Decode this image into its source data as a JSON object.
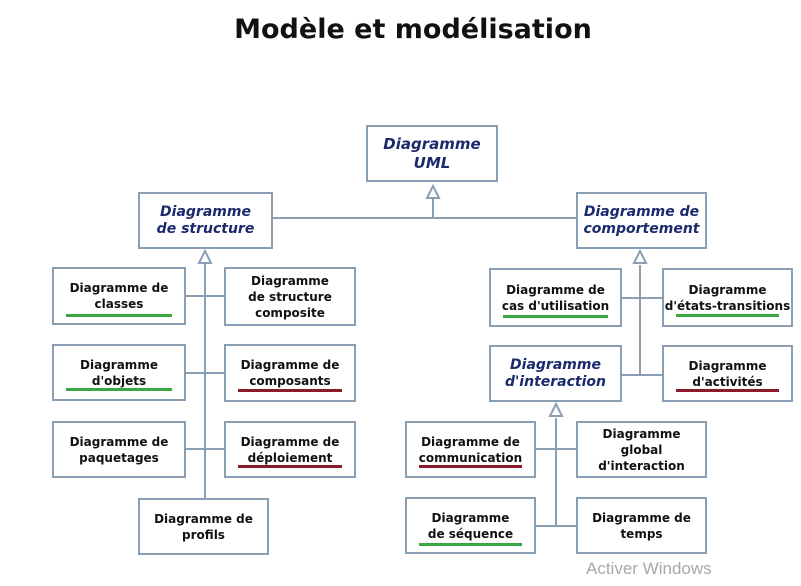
{
  "title": "Modèle et modélisation",
  "colors": {
    "underline_green": "#3aa642",
    "underline_red": "#8b1a2a",
    "border": "#8a9fb3"
  },
  "nodes": {
    "uml": "Diagramme\nUML",
    "structure": "Diagramme\nde structure",
    "comportement": "Diagramme de\ncomportement",
    "classes": "Diagramme de\nclasses",
    "structure_composite": "Diagramme\nde structure\ncomposite",
    "objets": "Diagramme\nd'objets",
    "composants": "Diagramme de\ncomposants",
    "paquetages": "Diagramme de\npaquetages",
    "deploiement": "Diagramme de\ndéploiement",
    "profils": "Diagramme de\nprofils",
    "cas_utilisation": "Diagramme de\ncas d'utilisation",
    "etats_transitions": "Diagramme\nd'états-transitions",
    "interaction": "Diagramme\nd'interaction",
    "activites": "Diagramme\nd'activités",
    "communication": "Diagramme de\ncommunication",
    "global_interaction": "Diagramme\nglobal\nd'interaction",
    "sequence": "Diagramme\nde séquence",
    "temps": "Diagramme de\ntemps"
  },
  "watermark": "Activer Windows"
}
